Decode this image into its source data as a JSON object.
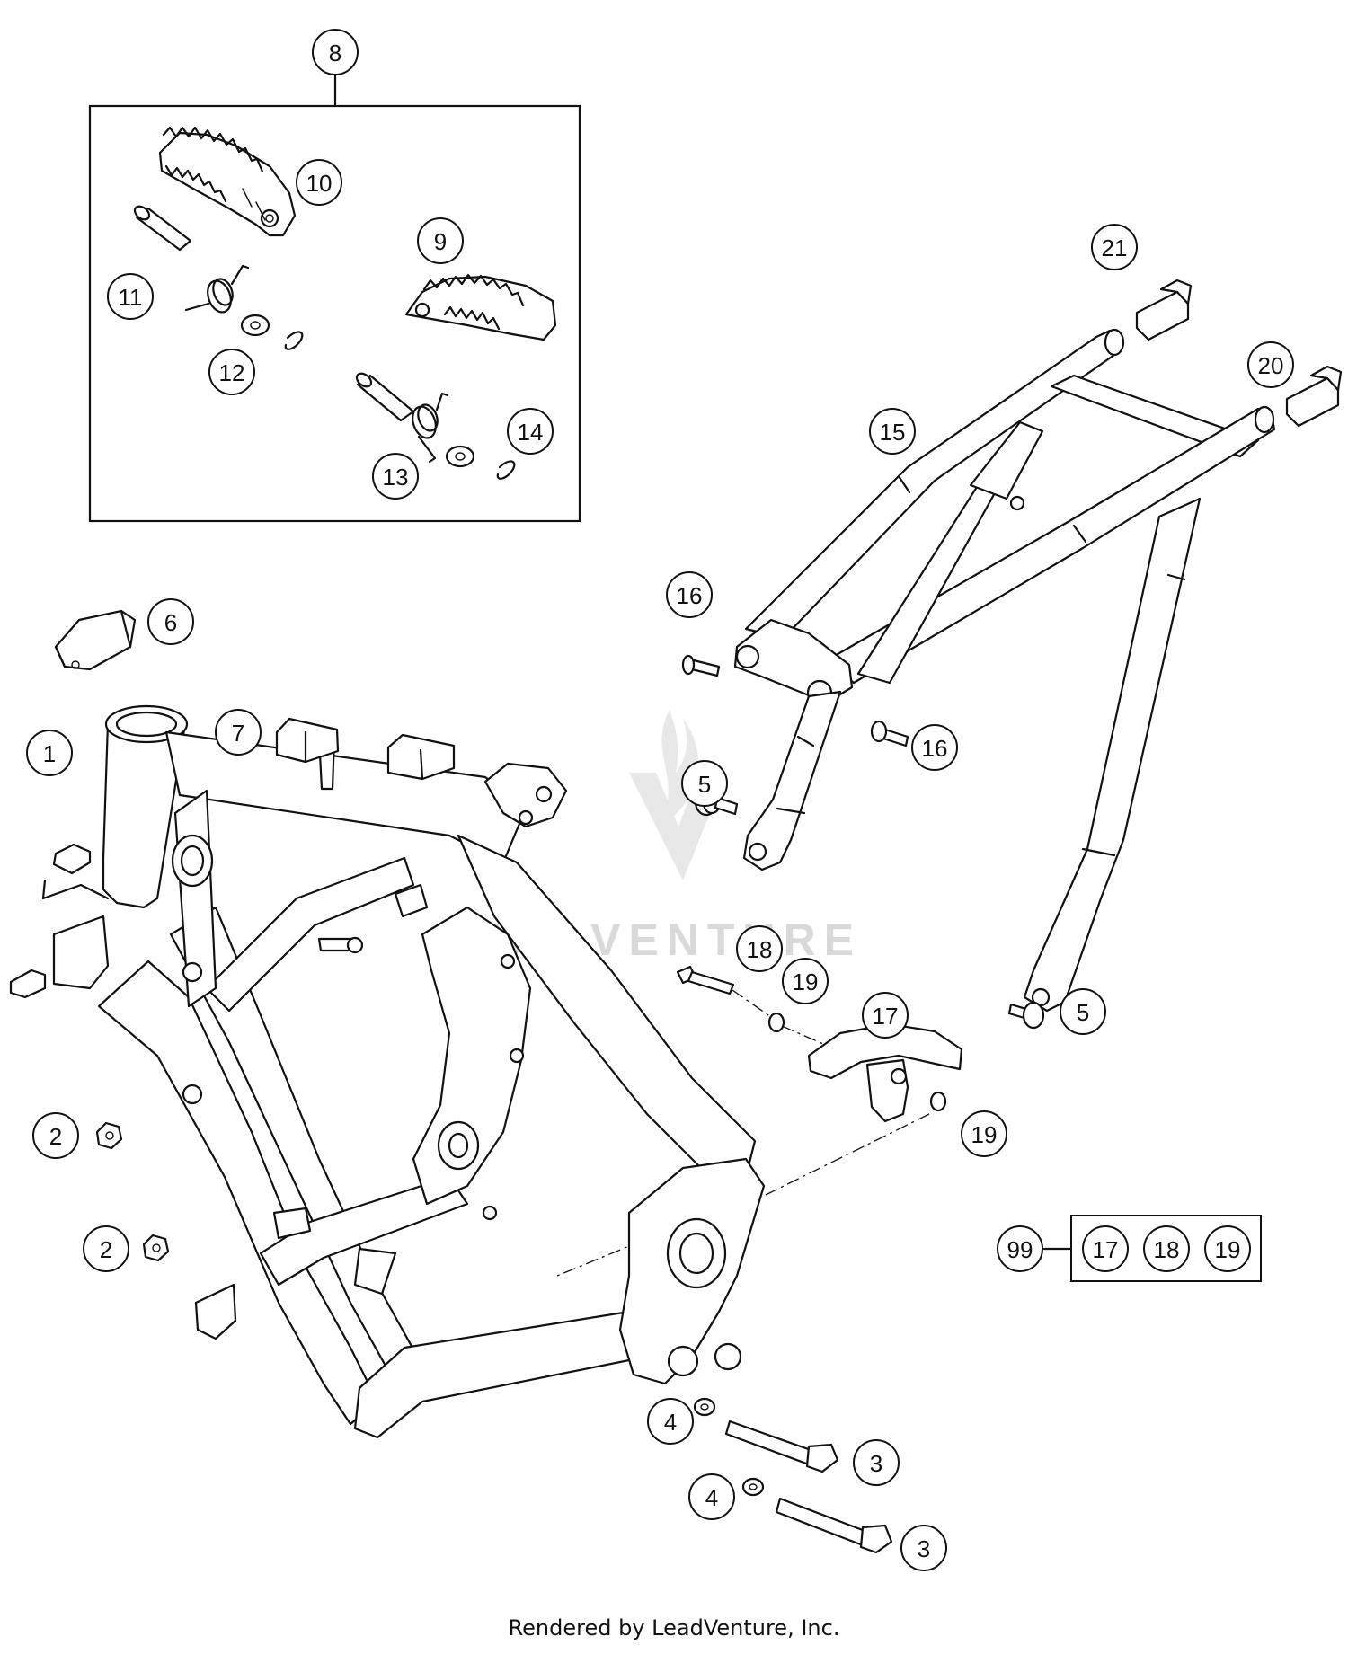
{
  "diagram": {
    "footer": "Rendered by LeadVenture, Inc.",
    "watermark": "LEADVENTURE",
    "callouts": [
      {
        "id": "c8",
        "label": "8"
      },
      {
        "id": "c10",
        "label": "10"
      },
      {
        "id": "c9",
        "label": "9"
      },
      {
        "id": "c11",
        "label": "11"
      },
      {
        "id": "c12",
        "label": "12"
      },
      {
        "id": "c13",
        "label": "13"
      },
      {
        "id": "c14",
        "label": "14"
      },
      {
        "id": "c21",
        "label": "21"
      },
      {
        "id": "c20",
        "label": "20"
      },
      {
        "id": "c15",
        "label": "15"
      },
      {
        "id": "c16a",
        "label": "16"
      },
      {
        "id": "c16b",
        "label": "16"
      },
      {
        "id": "c6",
        "label": "6"
      },
      {
        "id": "c7",
        "label": "7"
      },
      {
        "id": "c1",
        "label": "1"
      },
      {
        "id": "c5a",
        "label": "5"
      },
      {
        "id": "c5b",
        "label": "5"
      },
      {
        "id": "c18",
        "label": "18"
      },
      {
        "id": "c19a",
        "label": "19"
      },
      {
        "id": "c17",
        "label": "17"
      },
      {
        "id": "c19b",
        "label": "19"
      },
      {
        "id": "c99",
        "label": "99"
      },
      {
        "id": "c99_17",
        "label": "17"
      },
      {
        "id": "c99_18",
        "label": "18"
      },
      {
        "id": "c99_19",
        "label": "19"
      },
      {
        "id": "c2a",
        "label": "2"
      },
      {
        "id": "c2b",
        "label": "2"
      },
      {
        "id": "c4a",
        "label": "4"
      },
      {
        "id": "c3a",
        "label": "3"
      },
      {
        "id": "c4b",
        "label": "4"
      },
      {
        "id": "c3b",
        "label": "3"
      }
    ]
  }
}
